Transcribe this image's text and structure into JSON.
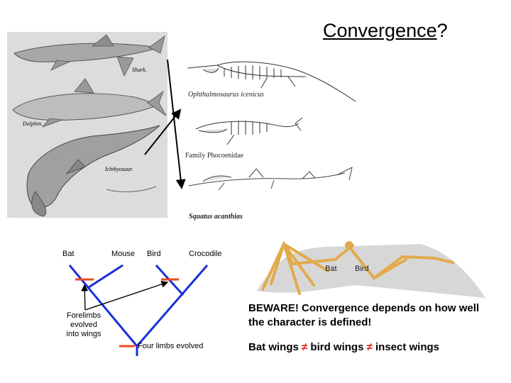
{
  "title": {
    "word": "Convergence",
    "mark": "?"
  },
  "scan_labels": {
    "shark": "Shark.",
    "dolphin": "Dolphin.",
    "ichthyosaur": "Ichthyosaur."
  },
  "captions": {
    "ophthalmosaurus": "Ophthalmosaurus icenicus",
    "phocoenidae": "Family Phocoenidae",
    "squalus": "Squatus acanthias"
  },
  "tree": {
    "taxa": [
      "Bat",
      "Mouse",
      "Bird",
      "Crocodile"
    ],
    "forelimbs_note": [
      "Forelimbs",
      "evolved",
      "into wings"
    ],
    "four_limbs_note": "Four limbs evolved"
  },
  "wing_labels": {
    "bat": "Bat",
    "bird": "Bird"
  },
  "warning": "BEWARE! Convergence depends on how well the character is defined!",
  "comparison": {
    "a": "Bat wings",
    "sep": "≠",
    "b": "bird wings",
    "c": "insect wings"
  },
  "colors": {
    "tree_branch": "#1a2fd8",
    "marker": "#e84a1a",
    "not_equal": "#e0241e",
    "bone": "#e3aa4c"
  }
}
